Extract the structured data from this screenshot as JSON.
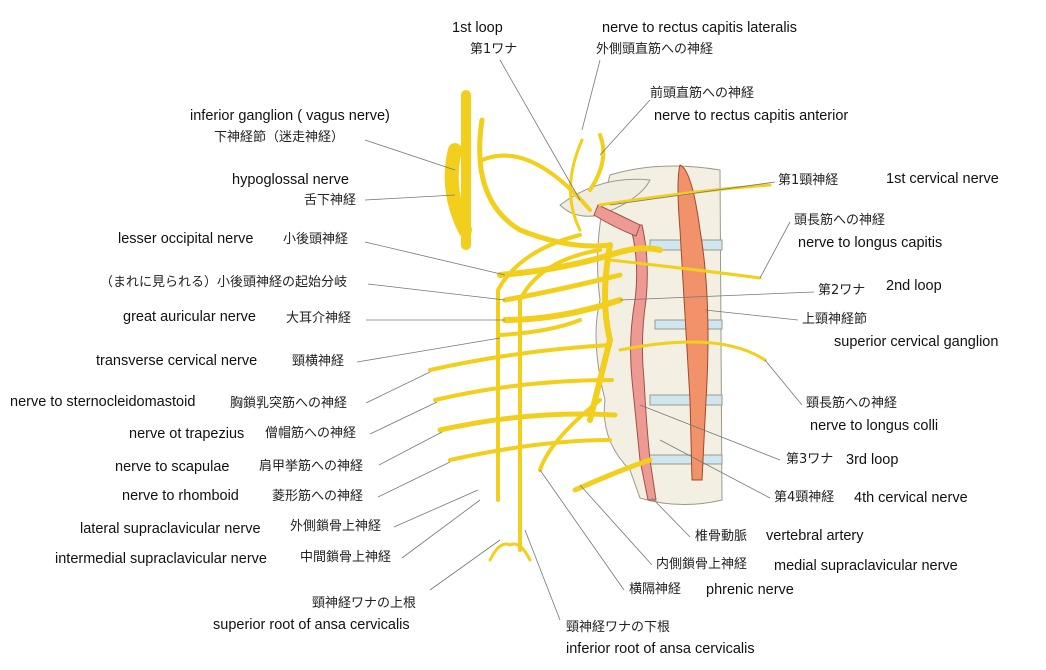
{
  "colors": {
    "nerve": "#f1cf1c",
    "nerve_outline": "#8a6d00",
    "artery": "#ec8f86",
    "longus": "#f2926b",
    "bone": "#f3f0e3",
    "disc": "#cfe6f0",
    "leader": "#777777"
  },
  "labels": {
    "first_loop": {
      "en": "1st loop",
      "ja": "第1ワナ"
    },
    "rectus_lateralis": {
      "en": "nerve to rectus capitis lateralis",
      "ja": "外側頭直筋への神経"
    },
    "rectus_anterior": {
      "en": "nerve to rectus capitis anterior",
      "ja": "前頭直筋への神経"
    },
    "inferior_ganglion": {
      "en": "inferior ganglion ( vagus nerve)",
      "ja": "下神経節（迷走神経）"
    },
    "hypoglossal": {
      "en": "hypoglossal nerve",
      "ja": "舌下神経"
    },
    "lesser_occipital": {
      "en": "lesser occipital nerve",
      "ja": "小後頭神経"
    },
    "lesser_occipital_branch": {
      "ja": "（まれに見られる）小後頭神経の起始分岐"
    },
    "great_auricular": {
      "en": "great auricular nerve",
      "ja": "大耳介神経"
    },
    "transverse_cervical": {
      "en": "transverse cervical nerve",
      "ja": "頸横神経"
    },
    "sternocleidomastoid": {
      "en": "nerve to sternocleidomastoid",
      "ja": "胸鎖乳突筋への神経"
    },
    "trapezius": {
      "en": "nerve ot trapezius",
      "ja": "僧帽筋への神経"
    },
    "scapulae": {
      "en": "nerve to scapulae",
      "ja": "肩甲挙筋への神経"
    },
    "rhomboid": {
      "en": "nerve to rhomboid",
      "ja": "菱形筋への神経"
    },
    "lateral_supraclavicular": {
      "en": "lateral supraclavicular nerve",
      "ja": "外側鎖骨上神経"
    },
    "intermedial_supraclavicular": {
      "en": "intermedial supraclavicular nerve",
      "ja": "中間鎖骨上神経"
    },
    "superior_root": {
      "en": "superior root of ansa cervicalis",
      "ja": "頸神経ワナの上根"
    },
    "inferior_root": {
      "en": "inferior root of ansa cervicalis",
      "ja": "頸神経ワナの下根"
    },
    "first_cervical": {
      "en": "1st cervical nerve",
      "ja": "第1頸神経"
    },
    "longus_capitis": {
      "en": "nerve to longus capitis",
      "ja": "頭長筋への神経"
    },
    "second_loop": {
      "en": "2nd loop",
      "ja": "第2ワナ"
    },
    "superior_cervical_ganglion": {
      "en": "superior cervical ganglion",
      "ja": "上頸神経節"
    },
    "longus_colli": {
      "en": "nerve to longus colli",
      "ja": "頸長筋への神経"
    },
    "third_loop": {
      "en": "3rd loop",
      "ja": "第3ワナ"
    },
    "fourth_cervical": {
      "en": "4th cervical nerve",
      "ja": "第4頸神経"
    },
    "vertebral_artery": {
      "en": "vertebral artery",
      "ja": "椎骨動脈"
    },
    "medial_supraclavicular": {
      "en": "medial supraclavicular nerve",
      "ja": "内側鎖骨上神経"
    },
    "phrenic": {
      "en": "phrenic nerve",
      "ja": "横隔神経"
    }
  }
}
